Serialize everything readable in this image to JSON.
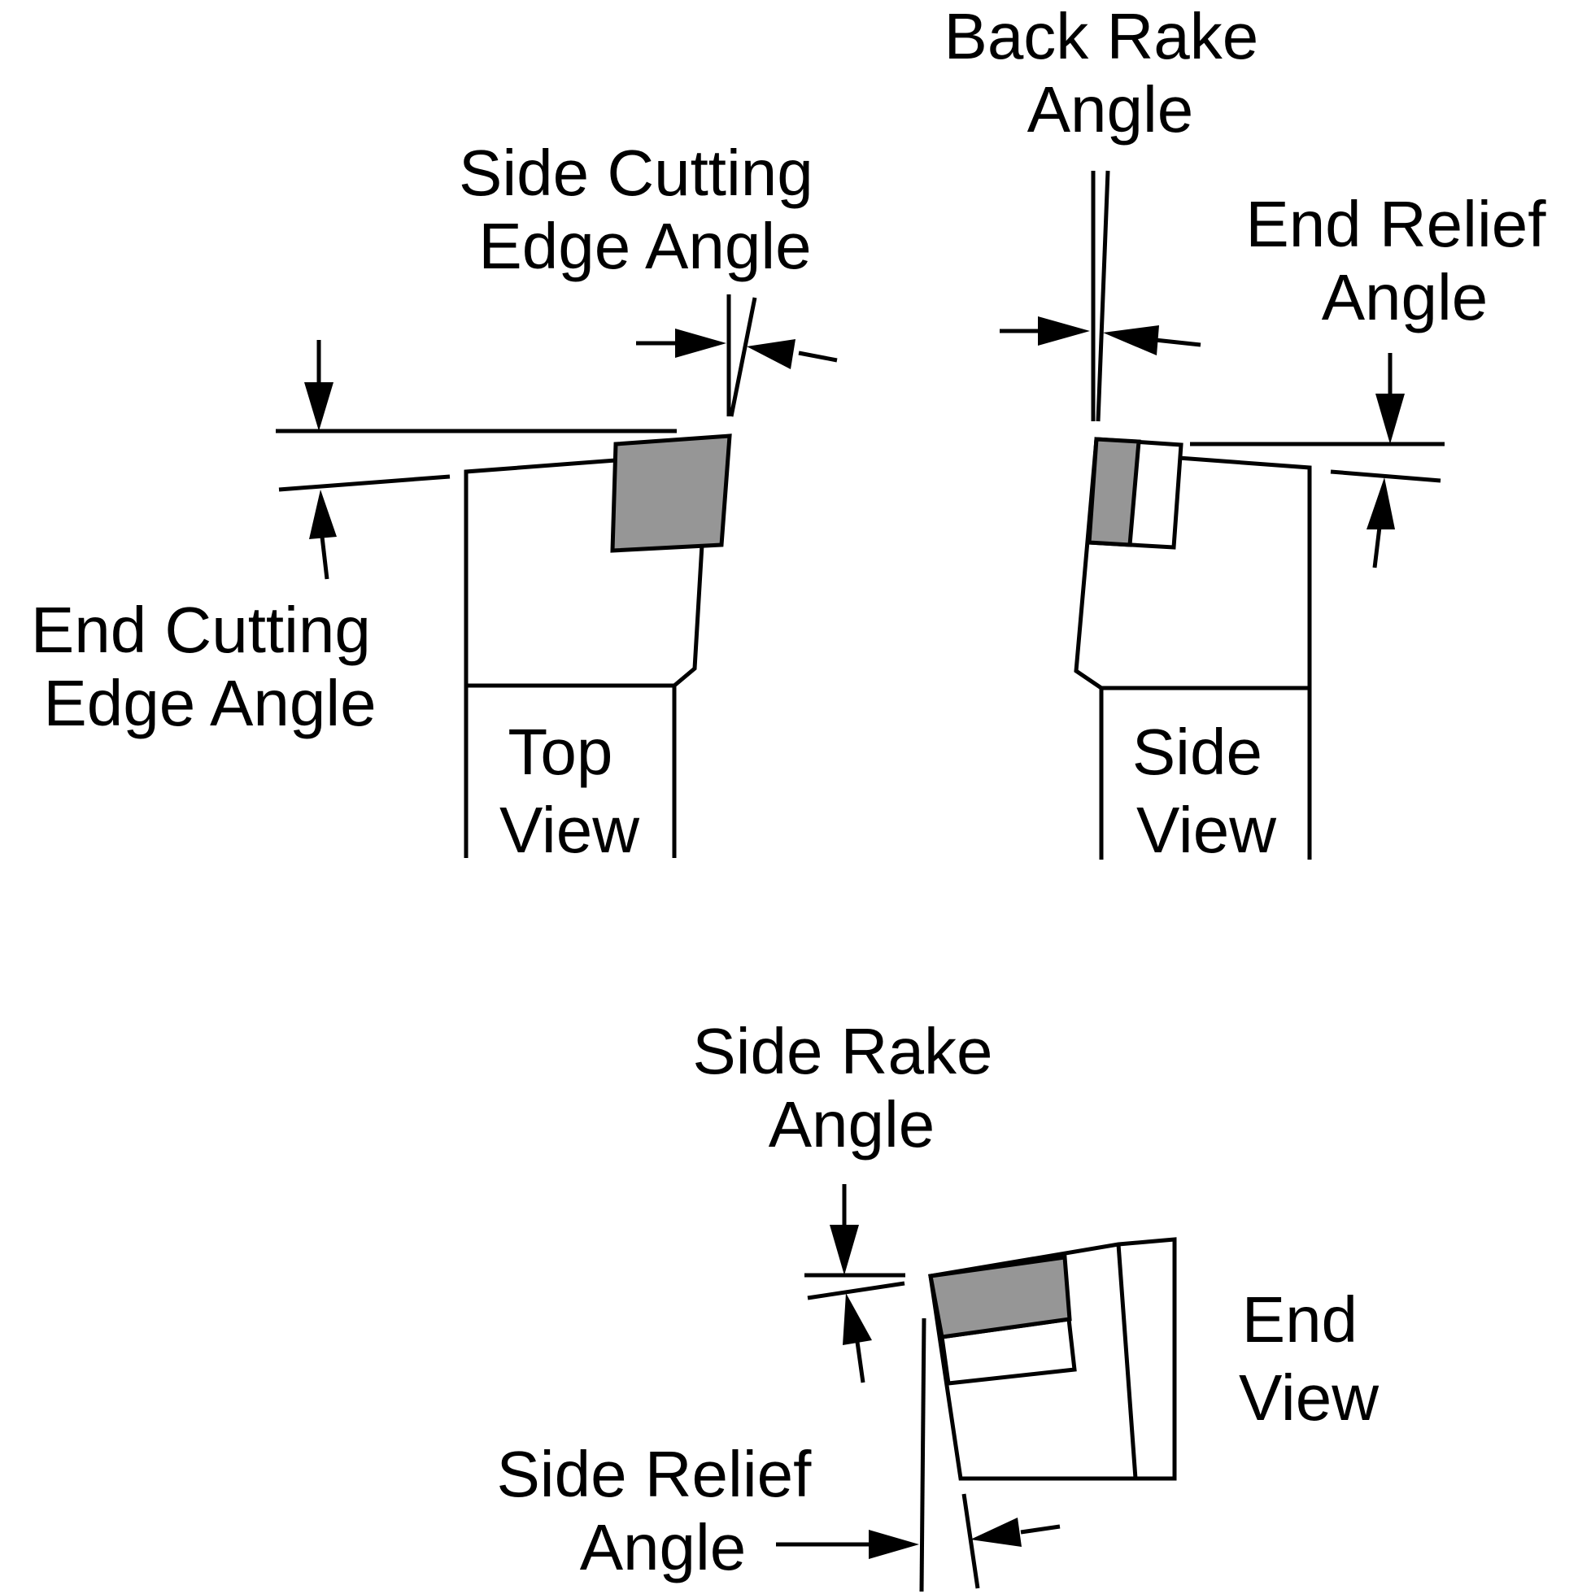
{
  "colors": {
    "line": "#000000",
    "insert_fill": "#969696",
    "background": "#ffffff"
  },
  "labels": {
    "side_cutting_edge_angle": [
      "Side Cutting",
      "Edge Angle"
    ],
    "end_cutting_edge_angle": [
      "End Cutting",
      "Edge Angle"
    ],
    "back_rake_angle": [
      "Back Rake",
      "Angle"
    ],
    "end_relief_angle": [
      "End Relief",
      "Angle"
    ],
    "side_rake_angle": [
      "Side Rake",
      "Angle"
    ],
    "side_relief_angle": [
      "Side Relief",
      "Angle"
    ],
    "top_view": [
      "Top",
      "View"
    ],
    "side_view": [
      "Side",
      "View"
    ],
    "end_view": [
      "End",
      "View"
    ]
  }
}
